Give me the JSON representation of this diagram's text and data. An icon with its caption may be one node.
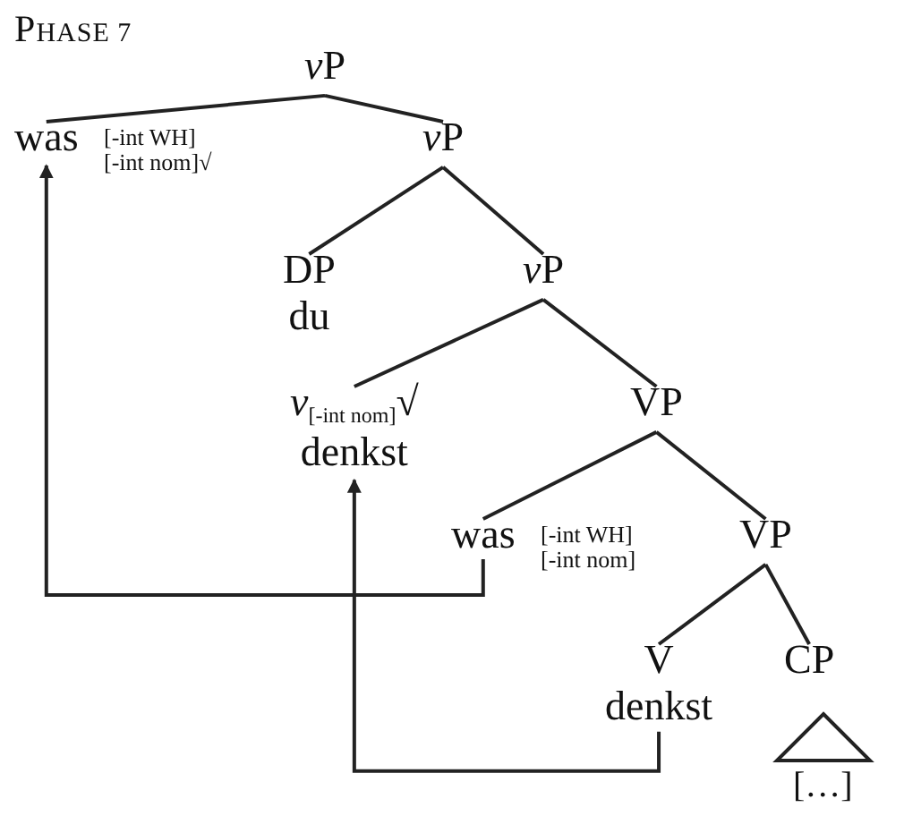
{
  "diagram": {
    "title": "PHASE 7",
    "nodes": [
      {
        "text": [
          "vP"
        ]
      },
      {
        "text": [
          "was"
        ],
        "beside": [
          "[-int WH]",
          "[-int nom]√"
        ]
      },
      {
        "text": [
          "vP"
        ]
      },
      {
        "text": [
          "DP",
          "du"
        ]
      },
      {
        "text": [
          "vP"
        ]
      },
      {
        "text": [
          "*v*$_{[-int nom]}$√",
          "denkst"
        ]
      },
      {
        "text": [
          "VP"
        ]
      },
      {
        "text": [
          "was"
        ],
        "beside": [
          "[-int WH]",
          "[-int nom]"
        ]
      },
      {
        "text": [
          "VP"
        ]
      },
      {
        "text": [
          "V",
          "denkst"
        ]
      },
      {
        "text": [
          "CP"
        ]
      },
      {
        "text": [],
        "shape": "triangle",
        "beside": [
          "[…]"
        ]
      }
    ],
    "edges": [
      {
        "from": 0,
        "to": 1,
        "arrow": "none"
      },
      {
        "from": 0,
        "to": 2,
        "arrow": "none"
      },
      {
        "from": 2,
        "to": 3,
        "arrow": "none"
      },
      {
        "from": 2,
        "to": 4,
        "arrow": "none"
      },
      {
        "from": 4,
        "to": 5,
        "arrow": "none"
      },
      {
        "from": 4,
        "to": 6,
        "arrow": "none"
      },
      {
        "from": 6,
        "to": 7,
        "arrow": "none"
      },
      {
        "from": 6,
        "to": 8,
        "arrow": "none"
      },
      {
        "from": 8,
        "to": 9,
        "arrow": "none"
      },
      {
        "from": 8,
        "to": 10,
        "arrow": "none"
      },
      {
        "from": 7,
        "to": 1,
        "arrow": "to"
      },
      {
        "from": 9,
        "to": 5,
        "arrow": "to"
      }
    ]
  }
}
